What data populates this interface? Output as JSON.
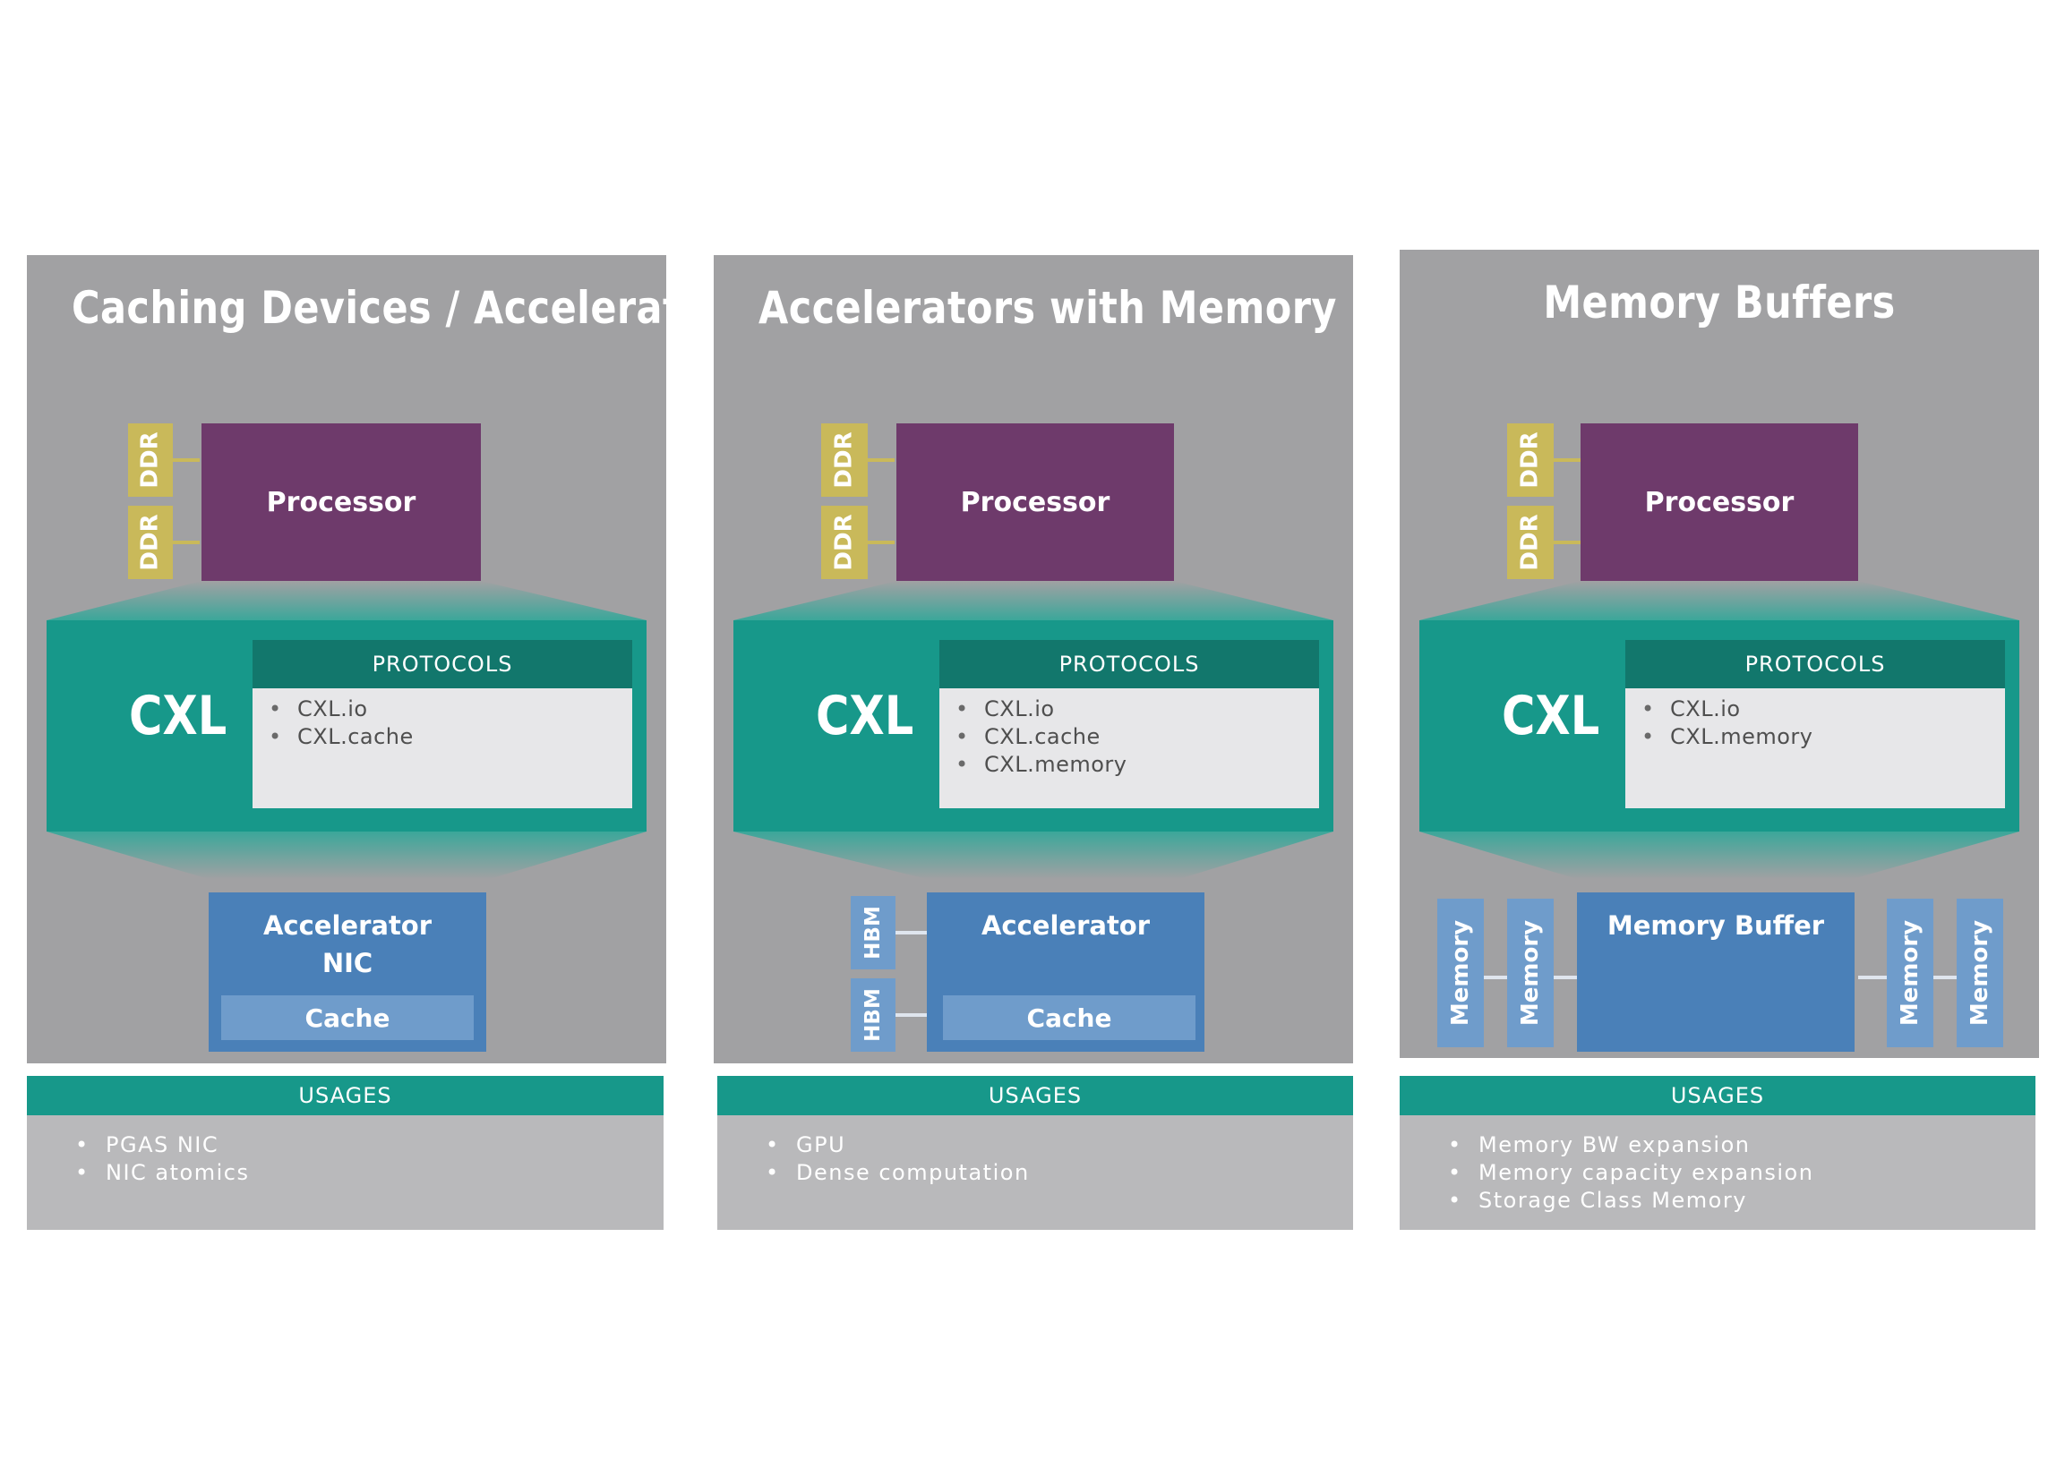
{
  "panels": [
    {
      "title": "Caching Devices / Accelerators",
      "ddr_labels": [
        "DDR",
        "DDR"
      ],
      "processor": "Processor",
      "cxl": "CXL",
      "protocols_header": "PROTOCOLS",
      "protocols": [
        "CXL.io",
        "CXL.cache"
      ],
      "device_lines": [
        "Accelerator",
        "NIC"
      ],
      "cache": "Cache",
      "usages_header": "USAGES",
      "usages": [
        "PGAS NIC",
        "NIC atomics"
      ]
    },
    {
      "title": "Accelerators with Memory",
      "ddr_labels": [
        "DDR",
        "DDR"
      ],
      "processor": "Processor",
      "cxl": "CXL",
      "protocols_header": "PROTOCOLS",
      "protocols": [
        "CXL.io",
        "CXL.cache",
        "CXL.memory"
      ],
      "device_lines": [
        "Accelerator"
      ],
      "cache": "Cache",
      "hbm_labels": [
        "HBM",
        "HBM"
      ],
      "usages_header": "USAGES",
      "usages": [
        "GPU",
        "Dense computation"
      ]
    },
    {
      "title": "Memory Buffers",
      "ddr_labels": [
        "DDR",
        "DDR"
      ],
      "processor": "Processor",
      "cxl": "CXL",
      "protocols_header": "PROTOCOLS",
      "protocols": [
        "CXL.io",
        "CXL.memory"
      ],
      "device_lines": [
        "Memory Buffer"
      ],
      "memory_labels": [
        "Memory",
        "Memory",
        "Memory",
        "Memory"
      ],
      "usages_header": "USAGES",
      "usages": [
        "Memory BW expansion",
        "Memory capacity expansion",
        "Storage Class Memory"
      ]
    }
  ],
  "colors": {
    "panel_gray": "#a1a1a3",
    "processor_purple": "#6e3a6b",
    "cxl_teal": "#17988a",
    "protocol_header_teal": "#12776c",
    "ddr_gold": "#c9b95a",
    "device_blue": "#4a80b8",
    "cache_light_blue": "#6f9ccb",
    "usage_gray": "#b9b9bb"
  }
}
